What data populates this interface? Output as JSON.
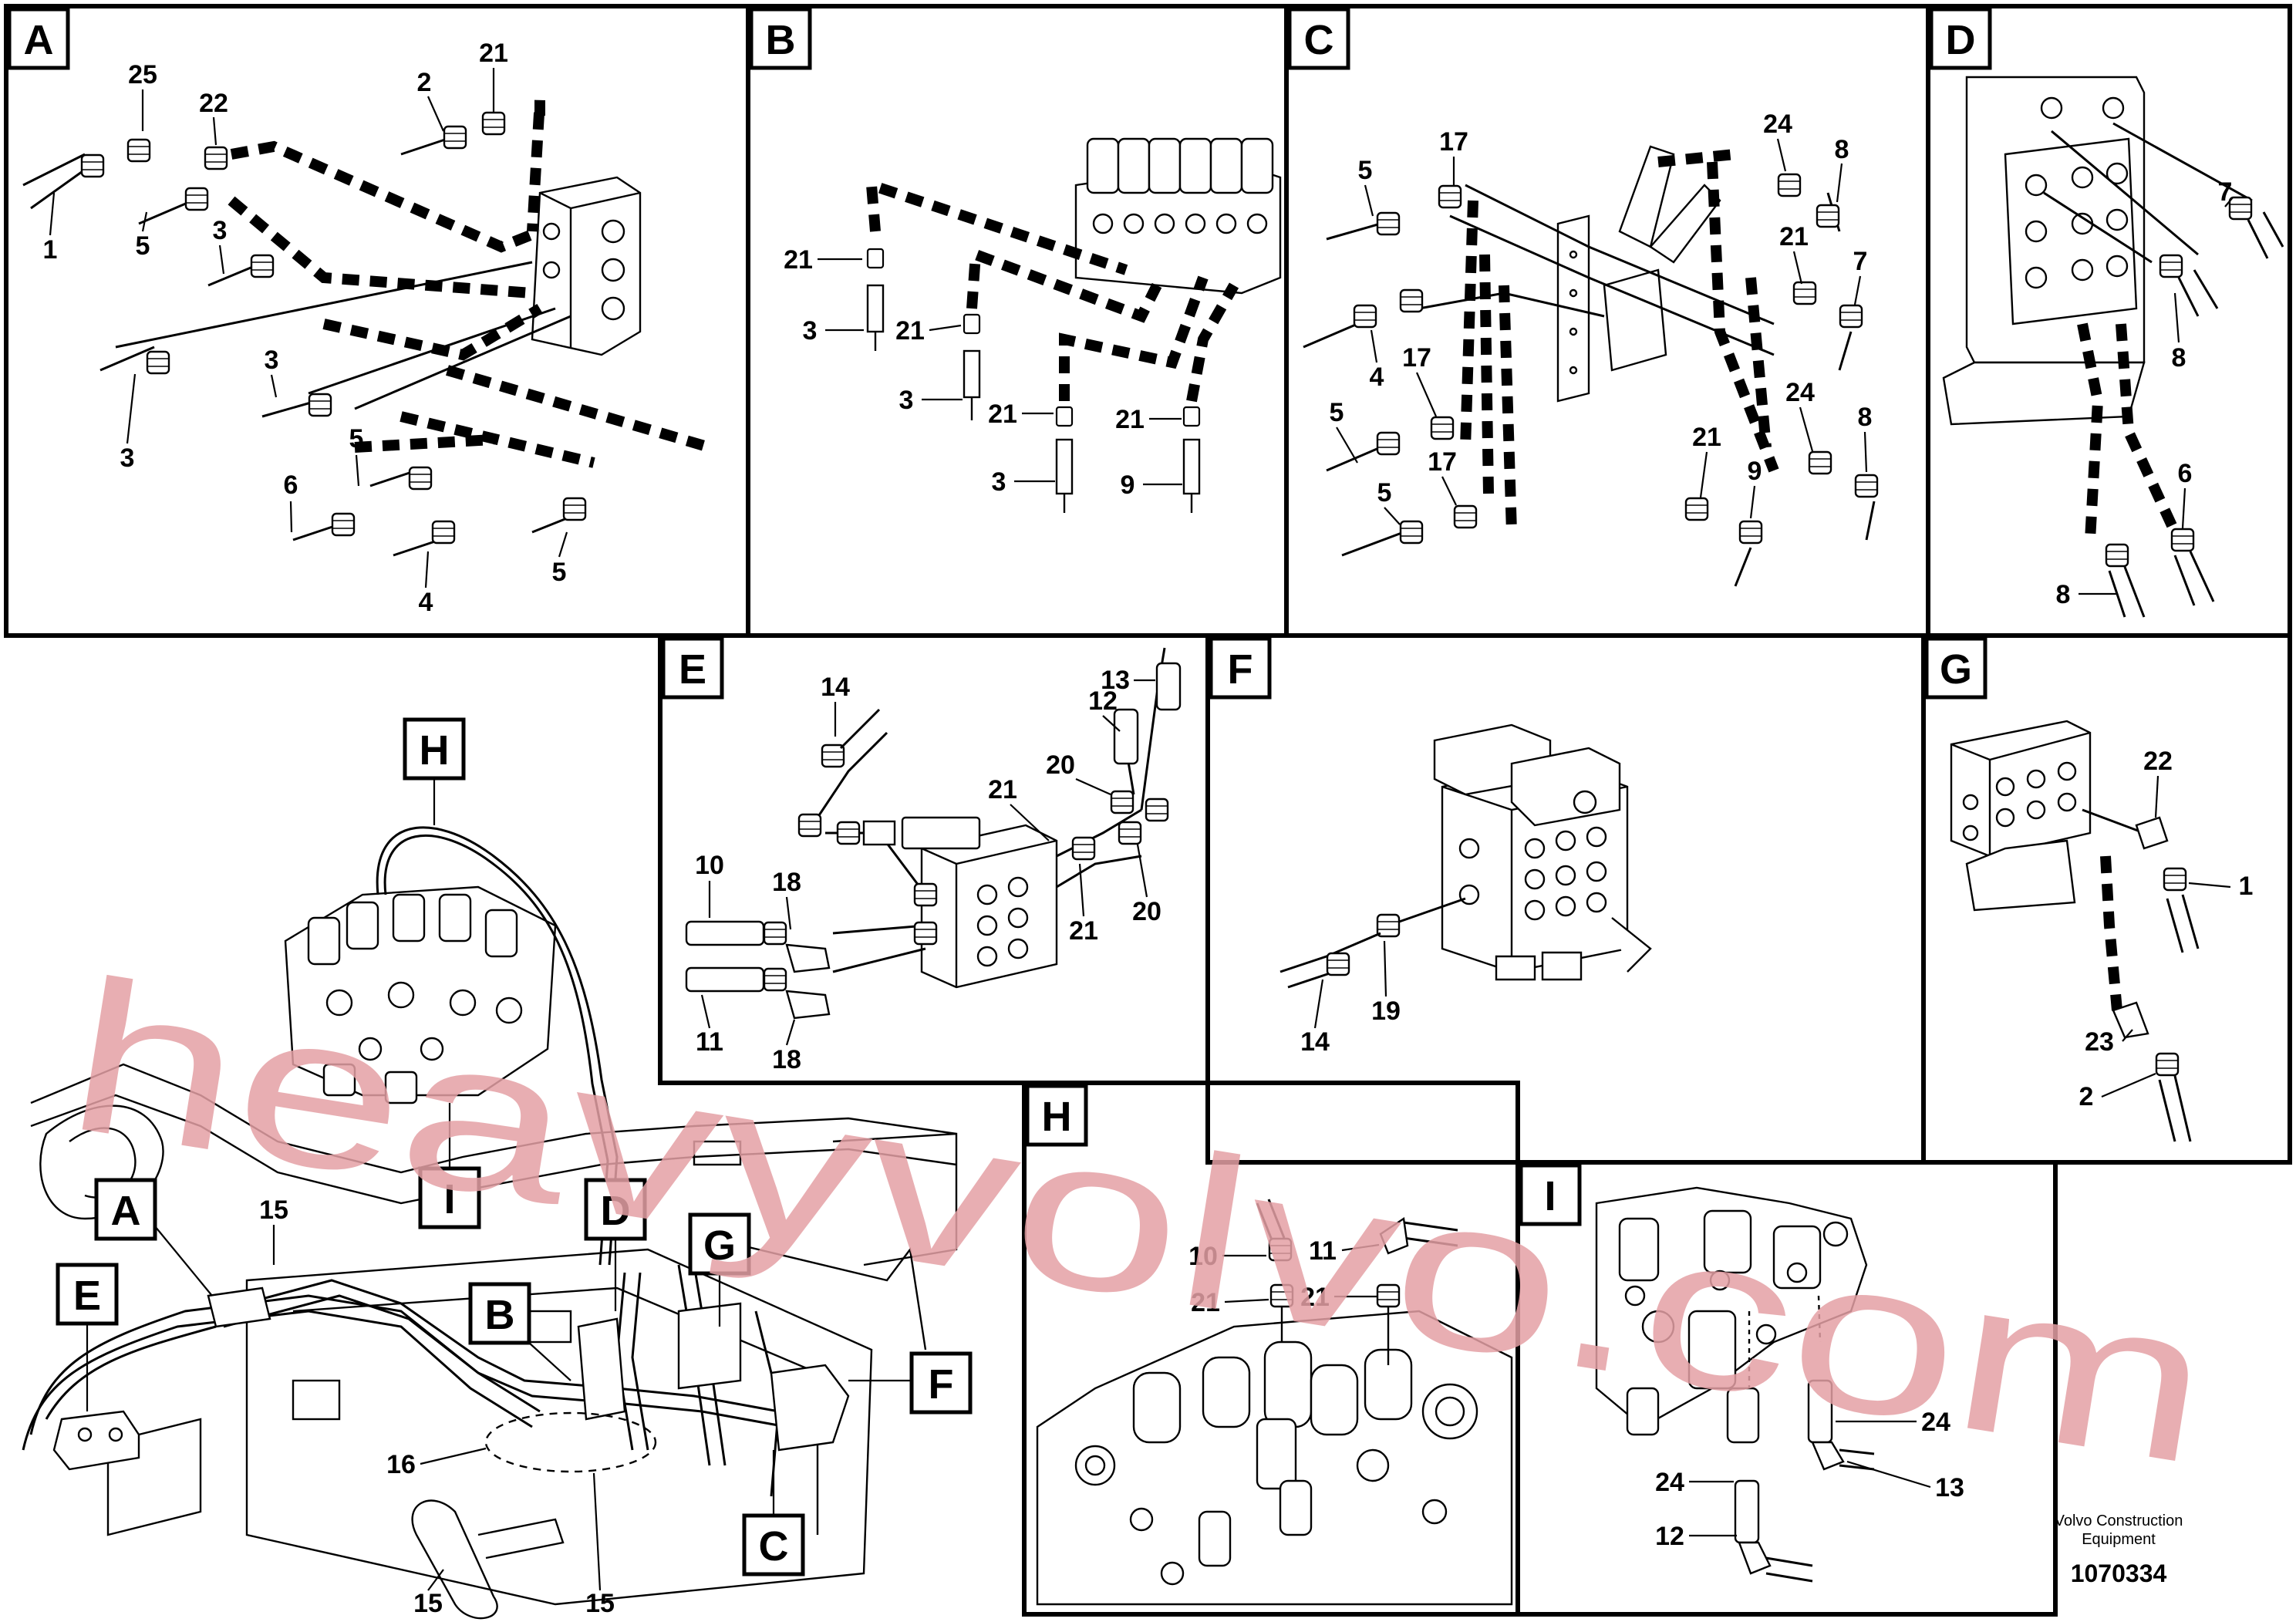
{
  "panels": [
    "A",
    "B",
    "C",
    "D",
    "E",
    "F",
    "G",
    "H",
    "I"
  ],
  "overview_callouts": [
    "H",
    "I",
    "A",
    "E",
    "B",
    "D",
    "G",
    "F",
    "C"
  ],
  "overview_part_numbers": [
    "15",
    "16",
    "15",
    "15"
  ],
  "panel_a_labels": [
    "25",
    "22",
    "21",
    "2",
    "1",
    "5",
    "3",
    "3",
    "3",
    "6",
    "5",
    "4",
    "5"
  ],
  "panel_b_labels": [
    "21",
    "3",
    "21",
    "3",
    "21",
    "21",
    "3",
    "9"
  ],
  "panel_c_labels": [
    "5",
    "17",
    "24",
    "8",
    "21",
    "7",
    "4",
    "17",
    "5",
    "24",
    "8",
    "17",
    "5",
    "21",
    "9"
  ],
  "panel_d_labels": [
    "7",
    "8",
    "6",
    "8"
  ],
  "panel_e_labels": [
    "14",
    "13",
    "12",
    "21",
    "20",
    "10",
    "18",
    "21",
    "20",
    "11",
    "18"
  ],
  "panel_f_labels": [
    "14",
    "19"
  ],
  "panel_g_labels": [
    "22",
    "1",
    "23",
    "2"
  ],
  "panel_h_labels": [
    "10",
    "11",
    "21",
    "21"
  ],
  "panel_i_labels": [
    "24",
    "24",
    "13",
    "12"
  ],
  "watermark": "heavyvolvo.com",
  "credit": {
    "line1": "Volvo Construction",
    "line2": "Equipment",
    "number": "1070334"
  }
}
